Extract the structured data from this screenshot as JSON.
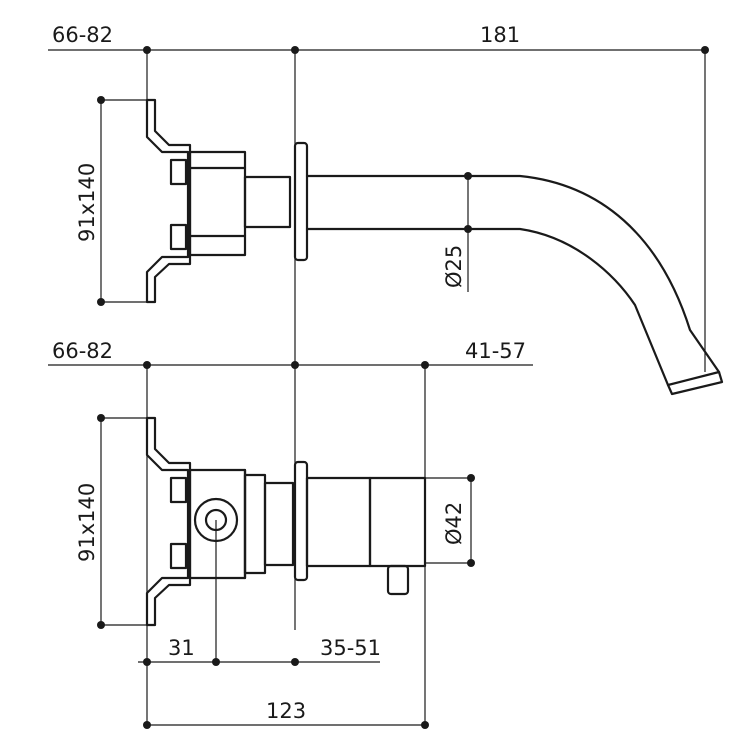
{
  "dimensions": {
    "top_wall_depth": "66-82",
    "spout_reach": "181",
    "top_plate_size": "91x140",
    "spout_diameter": "Ø25",
    "bottom_wall_depth": "66-82",
    "valve_reach": "41-57",
    "bottom_plate_size": "91x140",
    "handle_diameter": "Ø42",
    "valve_center_offset": "31",
    "trim_offset": "35-51",
    "overall_depth": "123"
  }
}
